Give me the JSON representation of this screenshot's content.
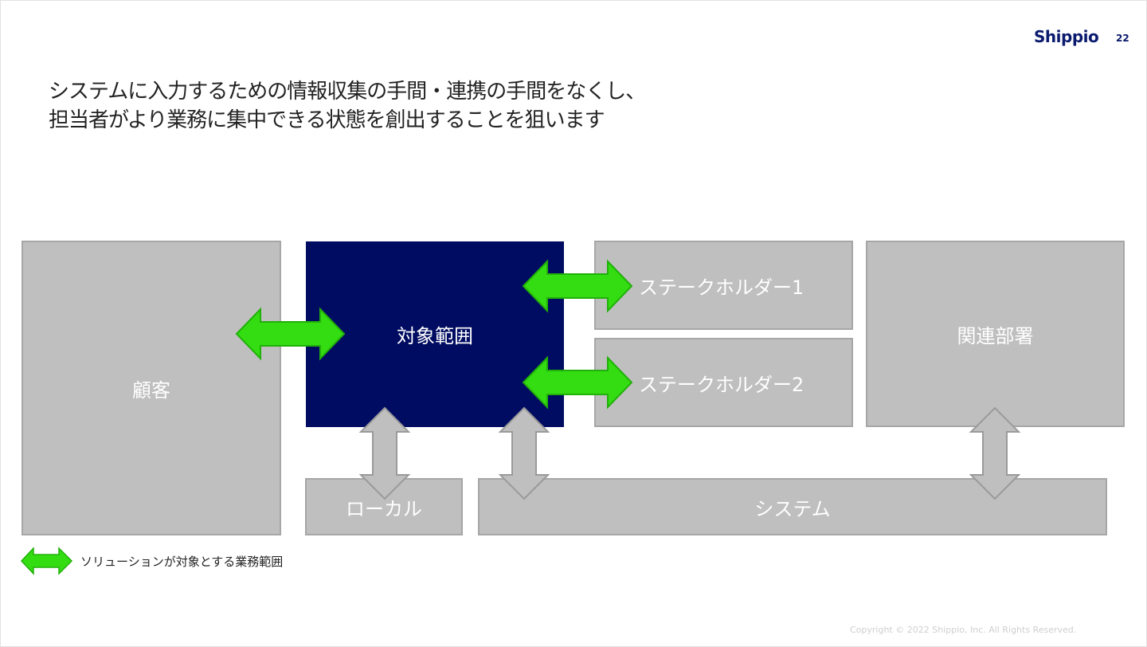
{
  "header": {
    "logo_text": "Shippio",
    "page_number": "22"
  },
  "headline": {
    "line1": "システムに入力するための情報収集の手間・連携の手間をなくし、",
    "line2": "担当者がより業務に集中できる状態を創出することを狙います"
  },
  "diagram": {
    "customer": "顧客",
    "target_scope": "対象範囲",
    "stakeholder1": "ステークホルダー1",
    "stakeholder2": "ステークホルダー2",
    "related_dept": "関連部署",
    "local": "ローカル",
    "system": "システム"
  },
  "legend": {
    "label": "ソリューションが対象とする業務範囲",
    "arrow_icon": "double-arrow-icon"
  },
  "footer": {
    "copyright": "Copyright © 2022 Shippio, Inc. All Rights Reserved."
  },
  "colors": {
    "target_box": "#000c61",
    "box_gray": "#bfbfbf",
    "solution_arrow": "#33dd11",
    "other_arrow": "#bfbfbf"
  }
}
